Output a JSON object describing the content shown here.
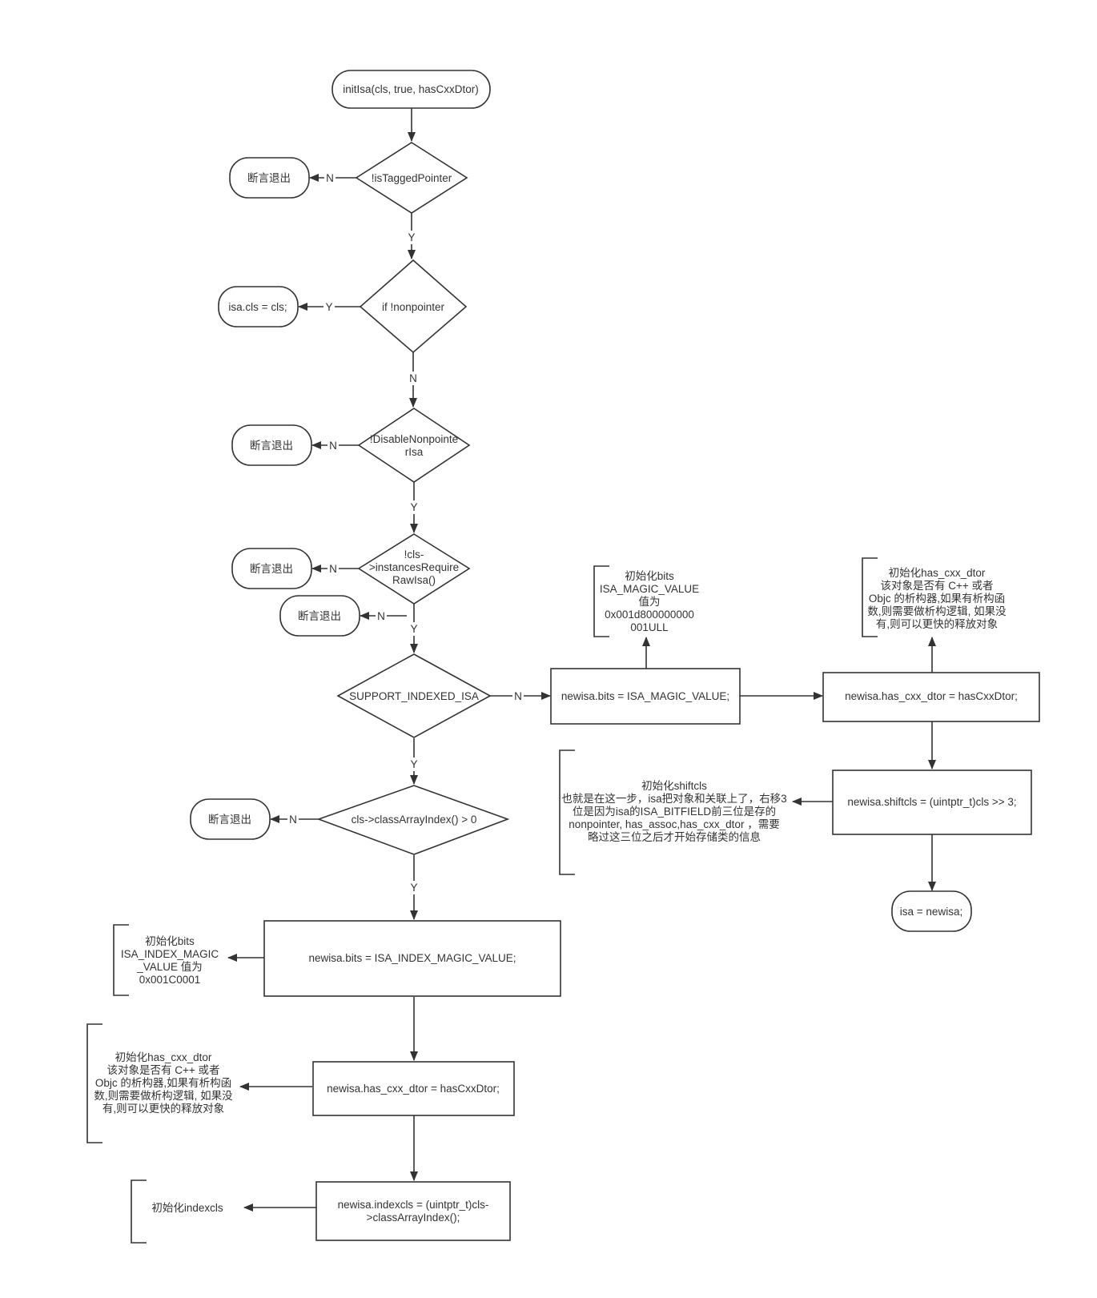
{
  "nodes": {
    "start": "initIsa(cls, true, hasCxxDtor)",
    "d_tagged": "!isTaggedPointer",
    "exit_1": "断言退出",
    "d_nonpointer": "if !nonpointer",
    "isa_cls": "isa.cls = cls;",
    "d_disable": [
      "!DisableNonpointe",
      "rIsa"
    ],
    "exit_2": "断言退出",
    "d_raw": [
      "!cls-",
      ">instancesRequire",
      "RawIsa()"
    ],
    "exit_3": "断言退出",
    "exit_4": "断言退出",
    "d_indexed": "SUPPORT_INDEXED_ISA",
    "d_classarray": "cls->classArrayIndex() > 0",
    "exit_5": "断言退出",
    "bits_magic": "newisa.bits = ISA_MAGIC_VALUE;",
    "note_bits_magic": [
      "初始化bits",
      "ISA_MAGIC_VALUE",
      "值为",
      "0x001d800000000",
      "001ULL"
    ],
    "cxx_right": "newisa.has_cxx_dtor = hasCxxDtor;",
    "note_cxx_right": [
      "初始化has_cxx_dtor",
      "该对象是否有 C++ 或者",
      "Objc 的析构器,如果有析构函",
      "数,则需要做析构逻辑, 如果没",
      "有,则可以更快的释放对象"
    ],
    "shiftcls": "newisa.shiftcls = (uintptr_t)cls >> 3;",
    "note_shiftcls": [
      "初始化shiftcls",
      "也就是在这一步，isa把对象和关联上了，右移3",
      "位是因为isa的ISA_BITFIELD前三位是存的",
      "nonpointer, has_assoc,has_cxx_dtor ，需要",
      "略过这三位之后才开始存储类的信息"
    ],
    "isa_newisa": "isa = newisa;",
    "bits_index": "newisa.bits = ISA_INDEX_MAGIC_VALUE;",
    "note_bits_index": [
      "初始化bits",
      "ISA_INDEX_MAGIC",
      "_VALUE 值为",
      "0x001C0001"
    ],
    "cxx_left": "newisa.has_cxx_dtor = hasCxxDtor;",
    "note_cxx_left": [
      "初始化has_cxx_dtor",
      "该对象是否有 C++ 或者",
      "Objc 的析构器,如果有析构函",
      "数,则需要做析构逻辑, 如果没",
      "有,则可以更快的释放对象"
    ],
    "indexcls": [
      "newisa.indexcls = (uintptr_t)cls-",
      ">classArrayIndex();"
    ],
    "note_indexcls": "初始化indexcls"
  },
  "edge_labels": {
    "yes": "Y",
    "no": "N"
  }
}
